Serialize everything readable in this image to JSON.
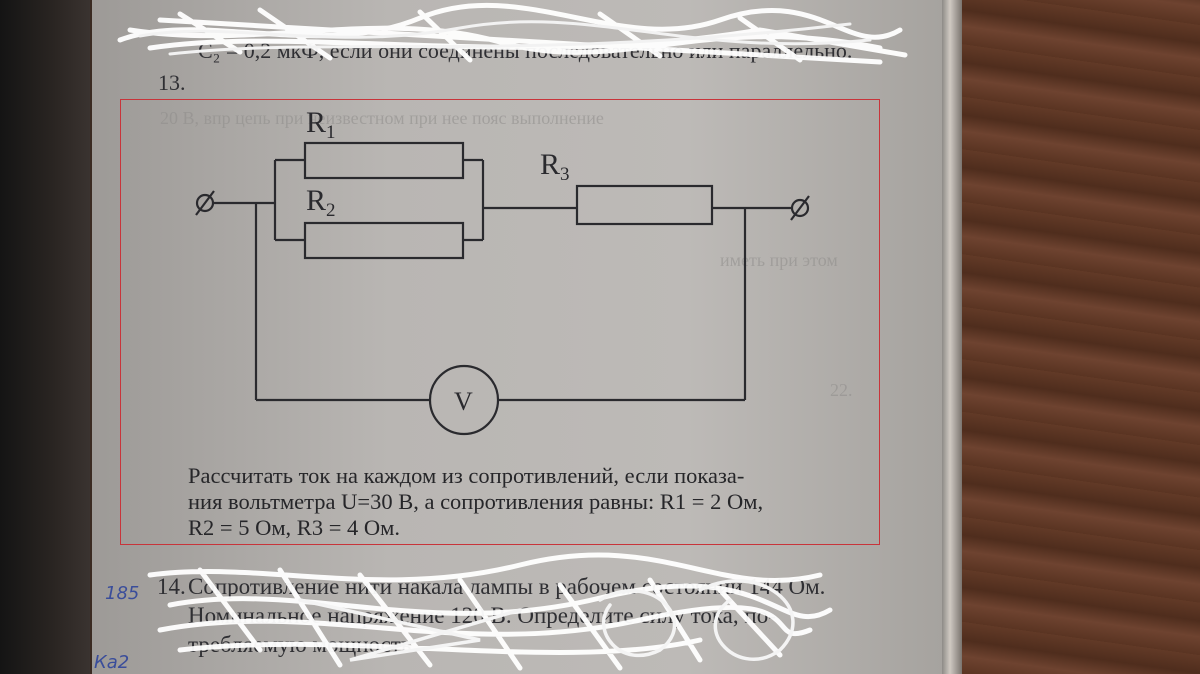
{
  "header": {
    "line2_text": "С₂ = 0,2 мкФ, если они соединены последовательно или параллельно.",
    "problem_13_number": "13."
  },
  "circuit": {
    "r1_label": "R",
    "r1_sub": "1",
    "r2_label": "R",
    "r2_sub": "2",
    "r3_label": "R",
    "r3_sub": "3",
    "voltmeter_label": "V"
  },
  "problem_text": {
    "line1": "Рассчитать ток на каждом из сопротивлений, если показа-",
    "line2": "ния вольтметра U=30 В, а сопротивления равны: R1 = 2 Ом,",
    "line3": "R2 = 5 Ом, R3 = 4 Ом."
  },
  "problem_14": {
    "number": "14.",
    "line1": "Сопротивление нити накала лампы в рабочем состоянии 144 Ом.",
    "line2": "Номинальное напряжение 120 В. Определите силу тока, по-",
    "line3": "требляемую мощность"
  },
  "handwritten": {
    "note_185": "185",
    "note_ka2": "Ка2"
  },
  "colors": {
    "frame": "#c8343a",
    "paper": "#b8b5b2",
    "ink": "#2f2f33",
    "pen": "#3a4d9a"
  }
}
